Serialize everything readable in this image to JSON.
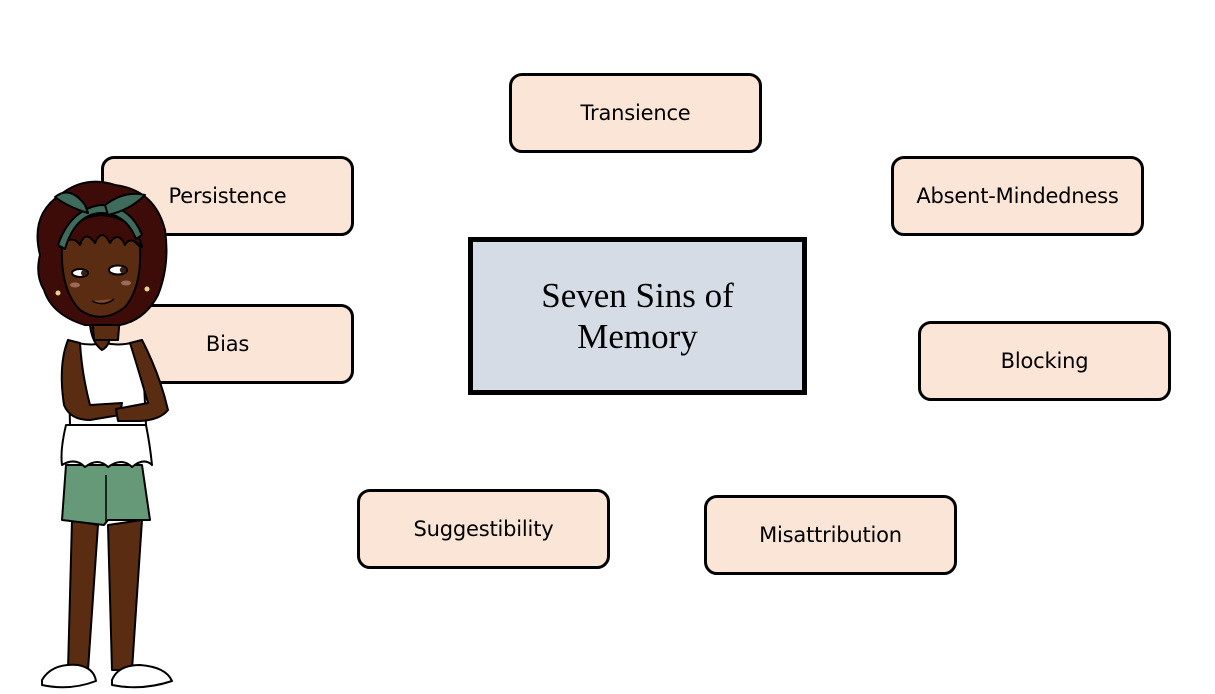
{
  "diagram": {
    "title": "Seven Sins of Memory",
    "sins": [
      {
        "id": "transience",
        "label": "Transience"
      },
      {
        "id": "persistence",
        "label": "Persistence"
      },
      {
        "id": "absent-mindedness",
        "label": "Absent-Mindedness"
      },
      {
        "id": "bias",
        "label": "Bias"
      },
      {
        "id": "blocking",
        "label": "Blocking"
      },
      {
        "id": "suggestibility",
        "label": "Suggestibility"
      },
      {
        "id": "misattribution",
        "label": "Misattribution"
      }
    ],
    "colors": {
      "sin_box_fill": "#fbe5d6",
      "center_box_fill": "#d6dce5",
      "border": "#000000"
    },
    "character": {
      "description": "cartoon girl with curly hair and green headband, thinking pose",
      "icon": "person-thinking-illustration"
    }
  }
}
